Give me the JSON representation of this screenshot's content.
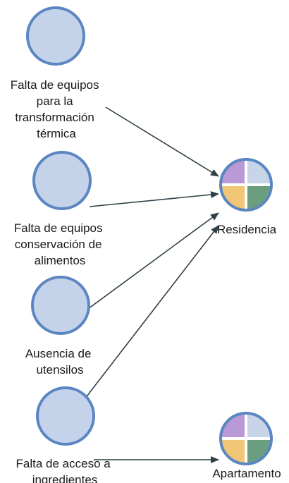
{
  "factors": [
    {
      "id": "f1",
      "lines": [
        "Falta de equipos",
        "para la",
        "transformación",
        "térmica"
      ]
    },
    {
      "id": "f2",
      "lines": [
        "Falta de equipos",
        "conservación de",
        "alimentos"
      ]
    },
    {
      "id": "f3",
      "lines": [
        "Ausencia de",
        "utensilos"
      ]
    },
    {
      "id": "f4",
      "lines": [
        "Falta de acceso a",
        "ingredientes"
      ]
    }
  ],
  "outcomes": [
    {
      "id": "o1",
      "label": "Residencia"
    },
    {
      "id": "o2",
      "label": "Apartamento"
    }
  ],
  "edges": [
    {
      "from": "f1",
      "to": "o1"
    },
    {
      "from": "f2",
      "to": "o1"
    },
    {
      "from": "f3",
      "to": "o1"
    },
    {
      "from": "f4",
      "to": "o1"
    },
    {
      "from": "f4",
      "to": "o2"
    }
  ],
  "colors": {
    "factor_fill": "#c5d3ea",
    "node_border": "#5b86c2",
    "edge": "#2f3f46",
    "quadrant_top_left": "#b99ad6",
    "quadrant_top_right": "#c6d6e8",
    "quadrant_bottom_left": "#f0c575",
    "quadrant_bottom_right": "#6a9e7e"
  }
}
